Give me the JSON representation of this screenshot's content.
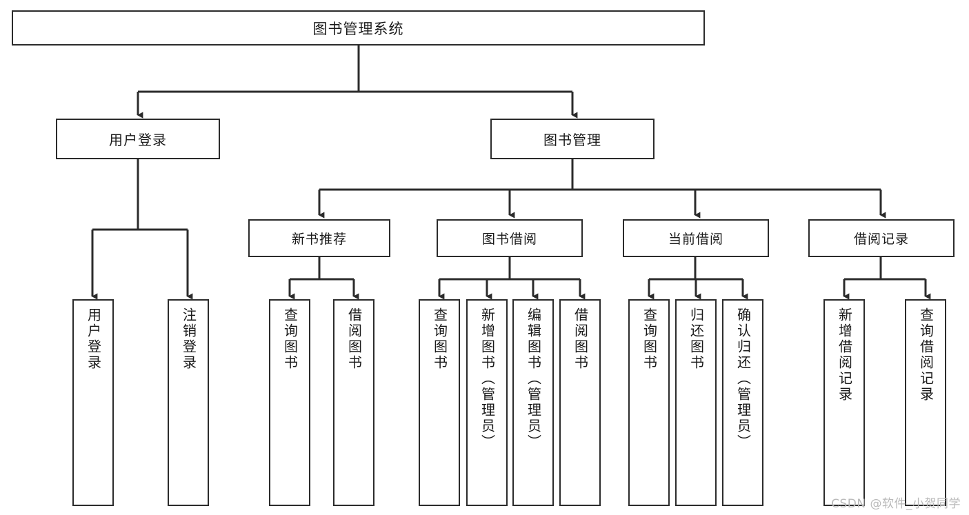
{
  "diagram": {
    "title": "图书管理系统",
    "type": "tree",
    "watermark": "CSDN @软件_小贺同学",
    "colors": {
      "border": "#2b2b2b",
      "background": "#ffffff",
      "text": "#1a1a1a",
      "watermark": "#b9b9b9"
    },
    "root": {
      "label": "图书管理系统"
    },
    "level1": [
      {
        "label": "用户登录"
      },
      {
        "label": "图书管理"
      }
    ],
    "level2": [
      {
        "label": "新书推荐"
      },
      {
        "label": "图书借阅"
      },
      {
        "label": "当前借阅"
      },
      {
        "label": "借阅记录"
      }
    ],
    "leaves": {
      "user_login": [
        {
          "label": "用户登录"
        },
        {
          "label": "注销登录"
        }
      ],
      "new_book": [
        {
          "label": "查询图书"
        },
        {
          "label": "借阅图书"
        }
      ],
      "book_borrow": [
        {
          "label": "查询图书"
        },
        {
          "label": "新增图书（管理员）"
        },
        {
          "label": "编辑图书（管理员）"
        },
        {
          "label": "借阅图书"
        }
      ],
      "current_borrow": [
        {
          "label": "查询图书"
        },
        {
          "label": "归还图书"
        },
        {
          "label": "确认归还（管理员）"
        }
      ],
      "borrow_record": [
        {
          "label": "新增借阅记录"
        },
        {
          "label": "查询借阅记录"
        }
      ]
    }
  }
}
